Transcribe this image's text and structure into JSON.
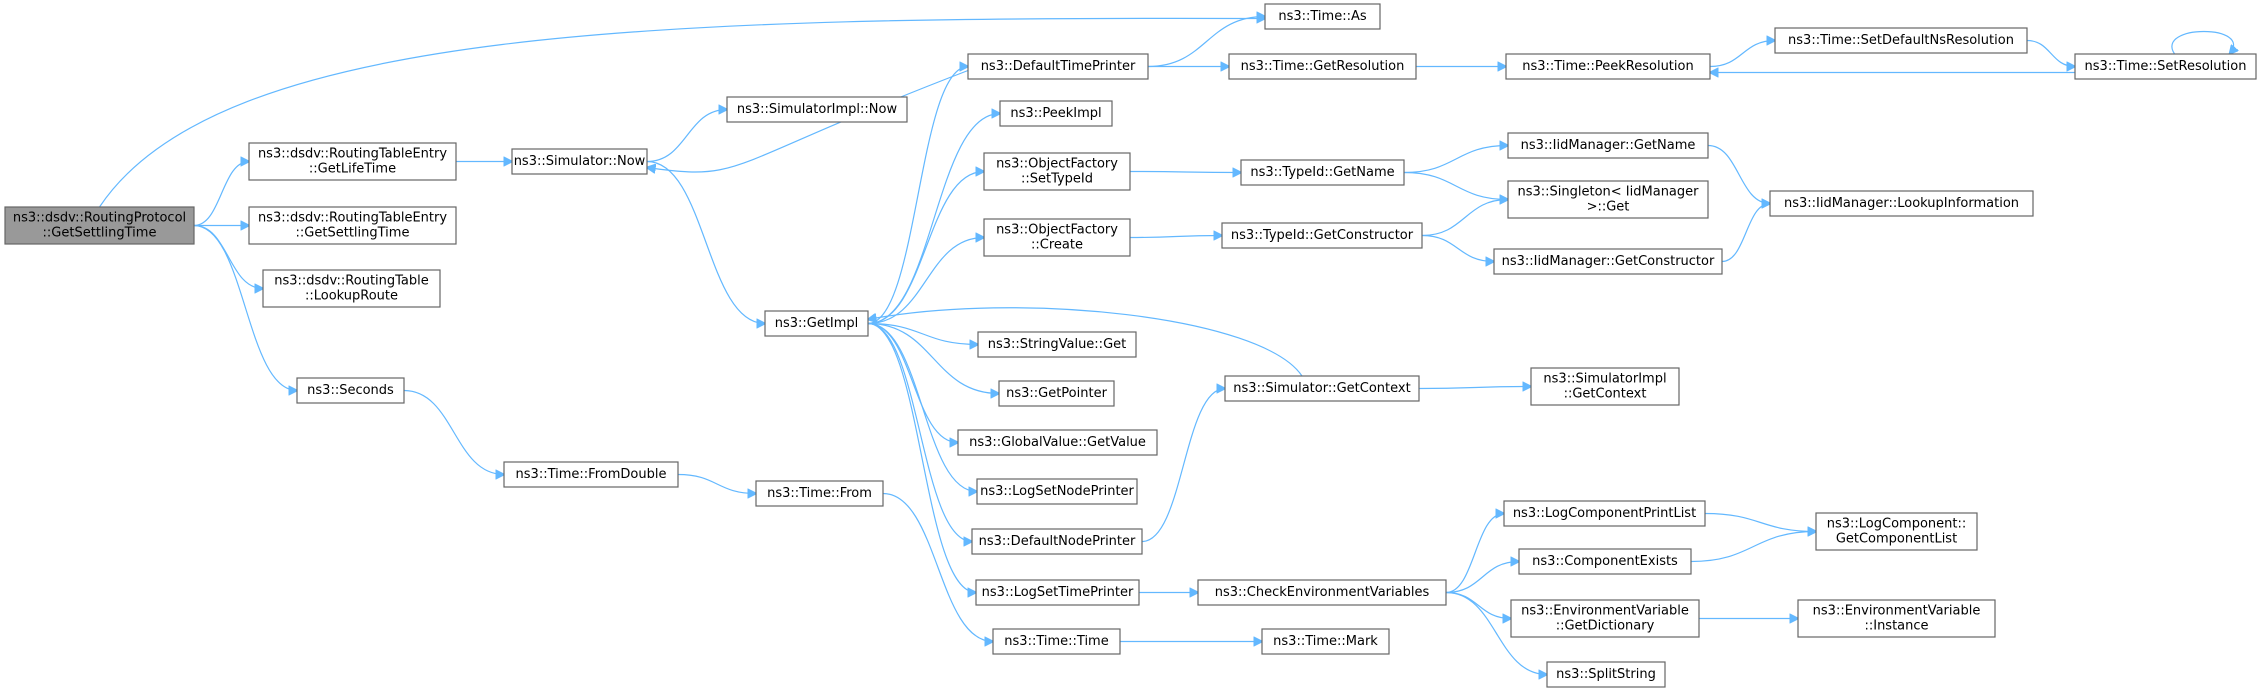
{
  "graph": {
    "accent_color": "#63b8ff",
    "root_fill": "#999999",
    "nodes": [
      {
        "id": "root",
        "lines": [
          "ns3::dsdv::RoutingProtocol",
          "::GetSettlingTime"
        ],
        "root": true
      },
      {
        "id": "rte_lifetime",
        "lines": [
          "ns3::dsdv::RoutingTableEntry",
          "::GetLifeTime"
        ]
      },
      {
        "id": "rte_settling",
        "lines": [
          "ns3::dsdv::RoutingTableEntry",
          "::GetSettlingTime"
        ]
      },
      {
        "id": "rt_lookup",
        "lines": [
          "ns3::dsdv::RoutingTable",
          "::LookupRoute"
        ]
      },
      {
        "id": "seconds",
        "lines": [
          "ns3::Seconds"
        ]
      },
      {
        "id": "sim_now",
        "lines": [
          "ns3::Simulator::Now"
        ]
      },
      {
        "id": "simimpl_now",
        "lines": [
          "ns3::SimulatorImpl::Now"
        ]
      },
      {
        "id": "getimpl",
        "lines": [
          "ns3::GetImpl"
        ]
      },
      {
        "id": "fromdouble",
        "lines": [
          "ns3::Time::FromDouble"
        ]
      },
      {
        "id": "from",
        "lines": [
          "ns3::Time::From"
        ]
      },
      {
        "id": "time_as",
        "lines": [
          "ns3::Time::As"
        ]
      },
      {
        "id": "dtp",
        "lines": [
          "ns3::DefaultTimePrinter"
        ]
      },
      {
        "id": "peekimpl",
        "lines": [
          "ns3::PeekImpl"
        ]
      },
      {
        "id": "of_settypeid",
        "lines": [
          "ns3::ObjectFactory",
          "::SetTypeId"
        ]
      },
      {
        "id": "of_create",
        "lines": [
          "ns3::ObjectFactory",
          "::Create"
        ]
      },
      {
        "id": "sv_get",
        "lines": [
          "ns3::StringValue::Get"
        ]
      },
      {
        "id": "getpointer",
        "lines": [
          "ns3::GetPointer"
        ]
      },
      {
        "id": "gv_getvalue",
        "lines": [
          "ns3::GlobalValue::GetValue"
        ]
      },
      {
        "id": "lsnp",
        "lines": [
          "ns3::LogSetNodePrinter"
        ]
      },
      {
        "id": "dnp",
        "lines": [
          "ns3::DefaultNodePrinter"
        ]
      },
      {
        "id": "lstp",
        "lines": [
          "ns3::LogSetTimePrinter"
        ]
      },
      {
        "id": "time_time",
        "lines": [
          "ns3::Time::Time"
        ]
      },
      {
        "id": "time_getres",
        "lines": [
          "ns3::Time::GetResolution"
        ]
      },
      {
        "id": "tid_getname",
        "lines": [
          "ns3::TypeId::GetName"
        ]
      },
      {
        "id": "tid_getctor",
        "lines": [
          "ns3::TypeId::GetConstructor"
        ]
      },
      {
        "id": "sim_getctx",
        "lines": [
          "ns3::Simulator::GetContext"
        ]
      },
      {
        "id": "checkenv",
        "lines": [
          "ns3::CheckEnvironmentVariables"
        ]
      },
      {
        "id": "time_mark",
        "lines": [
          "ns3::Time::Mark"
        ]
      },
      {
        "id": "time_peekres",
        "lines": [
          "ns3::Time::PeekResolution"
        ]
      },
      {
        "id": "iid_getname",
        "lines": [
          "ns3::IidManager::GetName"
        ]
      },
      {
        "id": "singleton_get",
        "lines": [
          "ns3::Singleton< IidManager",
          ">::Get"
        ]
      },
      {
        "id": "iid_getctor",
        "lines": [
          "ns3::IidManager::GetConstructor"
        ]
      },
      {
        "id": "simimpl_getctx",
        "lines": [
          "ns3::SimulatorImpl",
          "::GetContext"
        ]
      },
      {
        "id": "lcpl",
        "lines": [
          "ns3::LogComponentPrintList"
        ]
      },
      {
        "id": "compexists",
        "lines": [
          "ns3::ComponentExists"
        ]
      },
      {
        "id": "ev_getdict",
        "lines": [
          "ns3::EnvironmentVariable",
          "::GetDictionary"
        ]
      },
      {
        "id": "splitstring",
        "lines": [
          "ns3::SplitString"
        ]
      },
      {
        "id": "time_setdefns",
        "lines": [
          "ns3::Time::SetDefaultNsResolution"
        ]
      },
      {
        "id": "time_setres",
        "lines": [
          "ns3::Time::SetResolution"
        ]
      },
      {
        "id": "iid_lookupinfo",
        "lines": [
          "ns3::IidManager::LookupInformation"
        ]
      },
      {
        "id": "lc_getlist",
        "lines": [
          "ns3::LogComponent::",
          "GetComponentList"
        ]
      },
      {
        "id": "ev_instance",
        "lines": [
          "ns3::EnvironmentVariable",
          "::Instance"
        ]
      }
    ]
  }
}
